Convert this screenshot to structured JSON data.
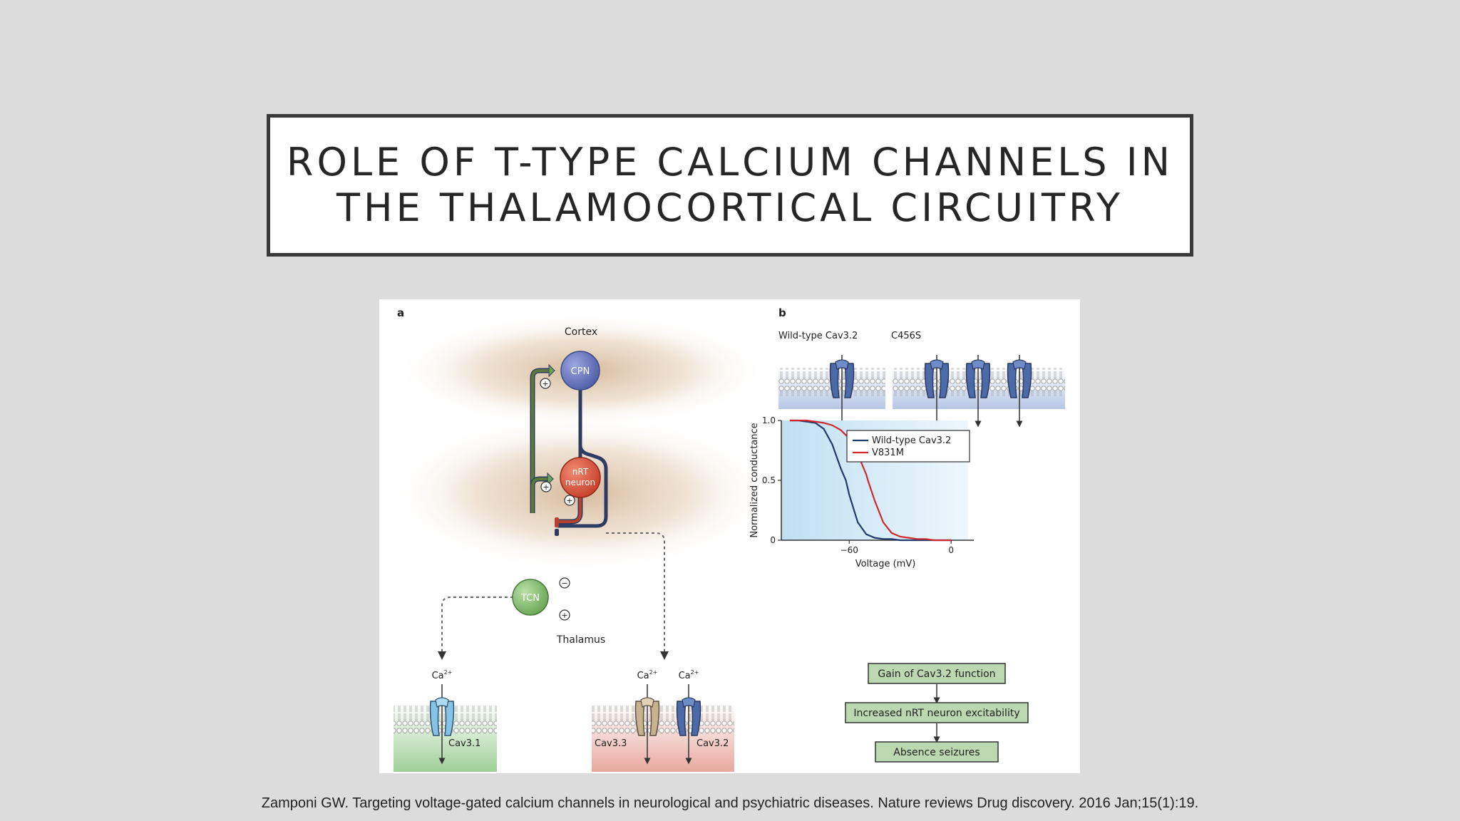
{
  "slide": {
    "title": "ROLE OF T-TYPE CALCIUM CHANNELS IN THE THALAMOCORTICAL CIRCUITRY",
    "citation": "Zamponi GW. Targeting voltage-gated calcium channels in neurological and psychiatric diseases. Nature reviews Drug discovery. 2016 Jan;15(1):19."
  },
  "panel_a": {
    "label": "a",
    "cortex": "Cortex",
    "thalamus": "Thalamus",
    "cpn": "CPN",
    "nrt_line1": "nRT",
    "nrt_line2": "neuron",
    "tcn": "TCN",
    "plus": "+",
    "minus": "−",
    "ca": "Ca",
    "ca_charge": "2+",
    "cav31": "Cav3.1",
    "cav33": "Cav3.3",
    "cav32": "Cav3.2"
  },
  "panel_b": {
    "label": "b",
    "wildtype_label": "Wild-type Cav3.2",
    "mutant_label": "C456S",
    "flow": [
      "Gain of Cav3.2 function",
      "Increased nRT neuron excitability",
      "Absence seizures"
    ]
  },
  "chart_data": {
    "type": "line",
    "xlabel": "Voltage (mV)",
    "ylabel": "Normalized conductance",
    "xlim": [
      -100,
      10
    ],
    "ylim": [
      0,
      1
    ],
    "x_ticks": [
      "−60",
      "0"
    ],
    "y_ticks": [
      "0",
      "0.5",
      "1.0"
    ],
    "legend_position": "top-right",
    "series": [
      {
        "name": "Wild-type Cav3.2",
        "color": "#1f3a6b",
        "v_half": -62,
        "x": [
          -95,
          -90,
          -85,
          -80,
          -75,
          -70,
          -65,
          -62,
          -60,
          -55,
          -50,
          -45,
          -40,
          -35,
          -30,
          -25,
          -20,
          -15,
          -10,
          -5,
          0
        ],
        "y": [
          1.0,
          1.0,
          0.99,
          0.98,
          0.93,
          0.8,
          0.6,
          0.5,
          0.38,
          0.15,
          0.05,
          0.02,
          0.01,
          0.01,
          0.0,
          0.0,
          0.0,
          0.0,
          0.0,
          0.0,
          0.0
        ]
      },
      {
        "name": "V831M",
        "color": "#d0282d",
        "v_half": -49,
        "x": [
          -95,
          -90,
          -85,
          -80,
          -75,
          -70,
          -65,
          -60,
          -55,
          -50,
          -49,
          -45,
          -40,
          -35,
          -30,
          -25,
          -20,
          -15,
          -10,
          -5,
          0
        ],
        "y": [
          1.0,
          1.0,
          1.0,
          0.99,
          0.98,
          0.96,
          0.92,
          0.85,
          0.72,
          0.55,
          0.5,
          0.33,
          0.15,
          0.06,
          0.03,
          0.02,
          0.01,
          0.01,
          0.0,
          0.0,
          0.0
        ]
      }
    ]
  },
  "colors": {
    "background": "#dcdcdc",
    "title_border": "#3a3a3a",
    "cpn": "#6f7fc2",
    "nrt": "#e06048",
    "tcn": "#8cc07a",
    "axon": "#2e3c63",
    "excitatory_path": "#5a7a3a",
    "inhibitory_path": "#b8402e"
  }
}
